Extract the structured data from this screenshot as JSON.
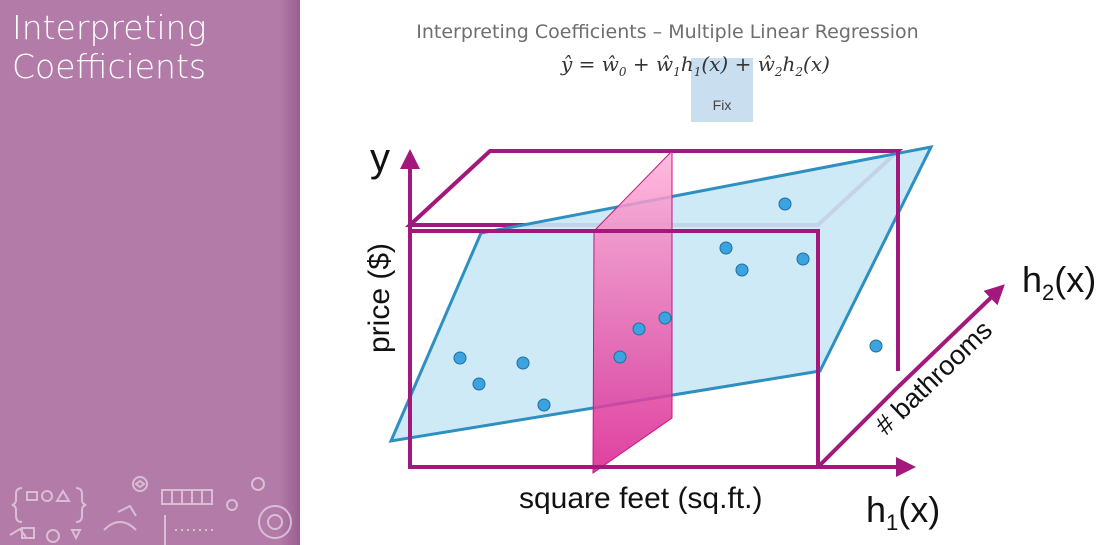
{
  "sidebar": {
    "title_line1": "Interpreting",
    "title_line2": "Coefficients"
  },
  "slide": {
    "heading": "Interpreting Coefficients – Multiple Linear Regression",
    "fix_label": "Fix"
  },
  "formula": {
    "lhs": "ŷ",
    "eq": " = ",
    "w0": "ŵ",
    "w0_sub": "0",
    "plus1": " + ",
    "w1": "ŵ",
    "w1_sub": "1",
    "h1": "h",
    "h1_sub": "1",
    "h1_arg": "(x)",
    "plus2": " + ",
    "w2": "ŵ",
    "w2_sub": "2",
    "h2": "h",
    "h2_sub": "2",
    "h2_arg": "(x)"
  },
  "diagram": {
    "y_label": "y",
    "price_label": "price ($)",
    "sqft_label": "square feet (sq.ft.)",
    "h1_label": "h",
    "h1_sub": "1",
    "h1_arg": "(x)",
    "h2_label": "h",
    "h2_sub": "2",
    "h2_arg": "(x)",
    "bathrooms_label": "# bathrooms",
    "colors": {
      "box": "#a2187c",
      "plane_fill": "#c9e8f5",
      "plane_stroke": "#2e8fc0",
      "slice": "#e040a0",
      "point": "#3aa3e0"
    }
  }
}
